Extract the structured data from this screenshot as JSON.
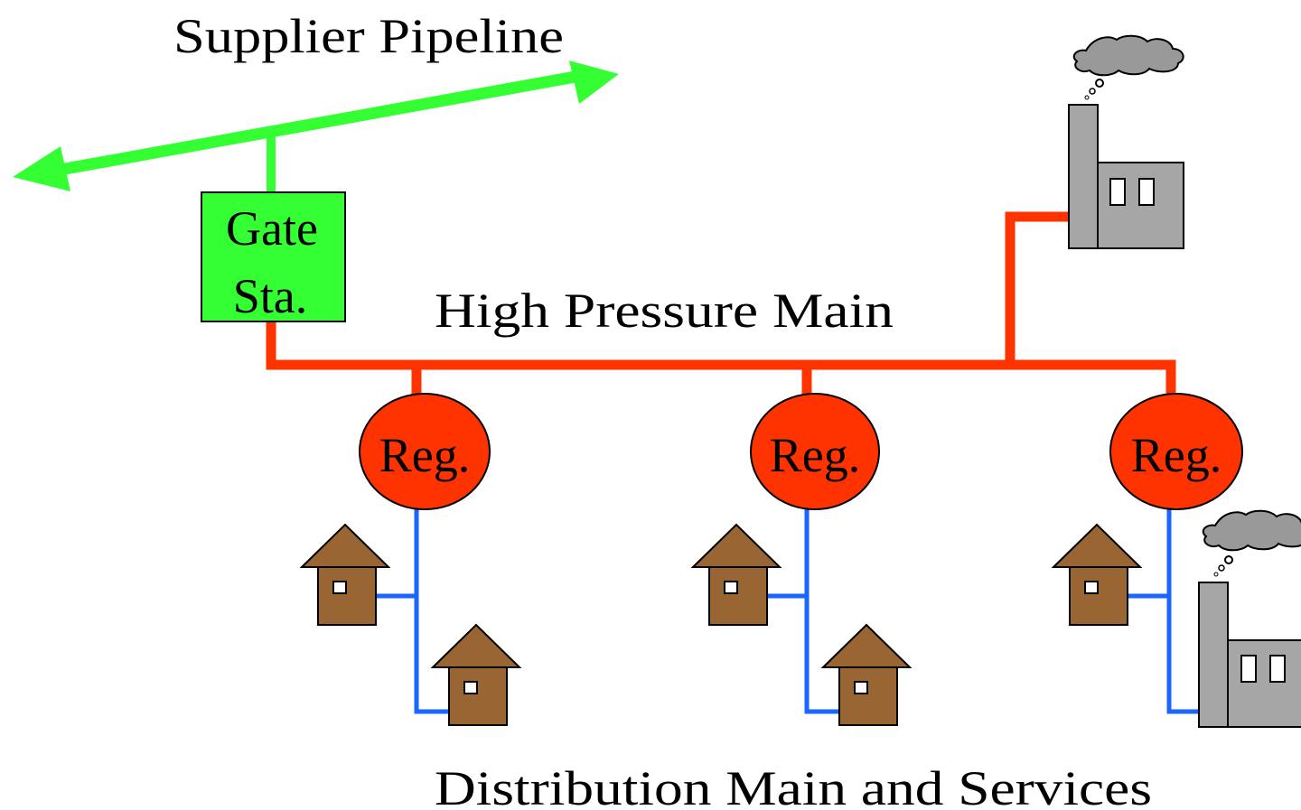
{
  "labels": {
    "supplier_pipeline": "Supplier Pipeline",
    "gate_station_line1": "Gate",
    "gate_station_line2": "Sta.",
    "high_pressure_main": "High Pressure Main",
    "regulator": "Reg.",
    "distribution": "Distribution Main and Services"
  },
  "colors": {
    "supplier_pipeline": "#33ff33",
    "gate_station": "#33ff33",
    "high_pressure_main": "#ff3300",
    "regulator": "#ff3300",
    "distribution_main": "#1a66ff",
    "house": "#996633",
    "factory": "#a6a6a6",
    "smoke": "#999999"
  },
  "icons": [
    "house-icon",
    "factory-icon",
    "smoke-cloud-icon"
  ]
}
